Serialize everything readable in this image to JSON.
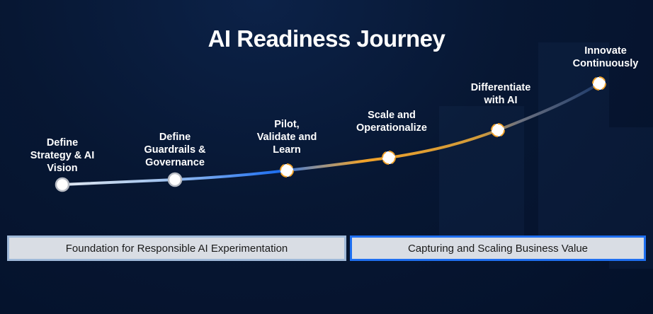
{
  "title": "AI Readiness Journey",
  "stages": [
    {
      "label": "Define Strategy & AI Vision",
      "lines": [
        "Define",
        "Strategy & AI",
        "Vision"
      ],
      "icon": "circle-node-icon"
    },
    {
      "label": "Define Guardrails & Governance",
      "lines": [
        "Define",
        "Guardrails &",
        "Governance"
      ],
      "icon": "circle-node-icon"
    },
    {
      "label": "Pilot, Validate and Learn",
      "lines": [
        "Pilot,",
        "Validate and",
        "Learn"
      ],
      "icon": "cycle-arrows-icon"
    },
    {
      "label": "Scale and Operationalize",
      "lines": [
        "Scale and",
        "Operationalize"
      ],
      "icon": "cycle-arrows-icon"
    },
    {
      "label": "Differentiate with AI",
      "lines": [
        "Differentiate",
        "with AI"
      ],
      "icon": "cycle-arrows-icon"
    },
    {
      "label": "Innovate Continuously",
      "lines": [
        "Innovate",
        "Continuously"
      ],
      "icon": "cycle-arrows-icon"
    }
  ],
  "phases": [
    {
      "label": "Foundation for Responsible AI Experimentation"
    },
    {
      "label": "Capturing and Scaling Business Value"
    }
  ],
  "colors": {
    "blue": "#1f6ff0",
    "orange": "#f0a22a",
    "light": "#c8d4e6"
  }
}
